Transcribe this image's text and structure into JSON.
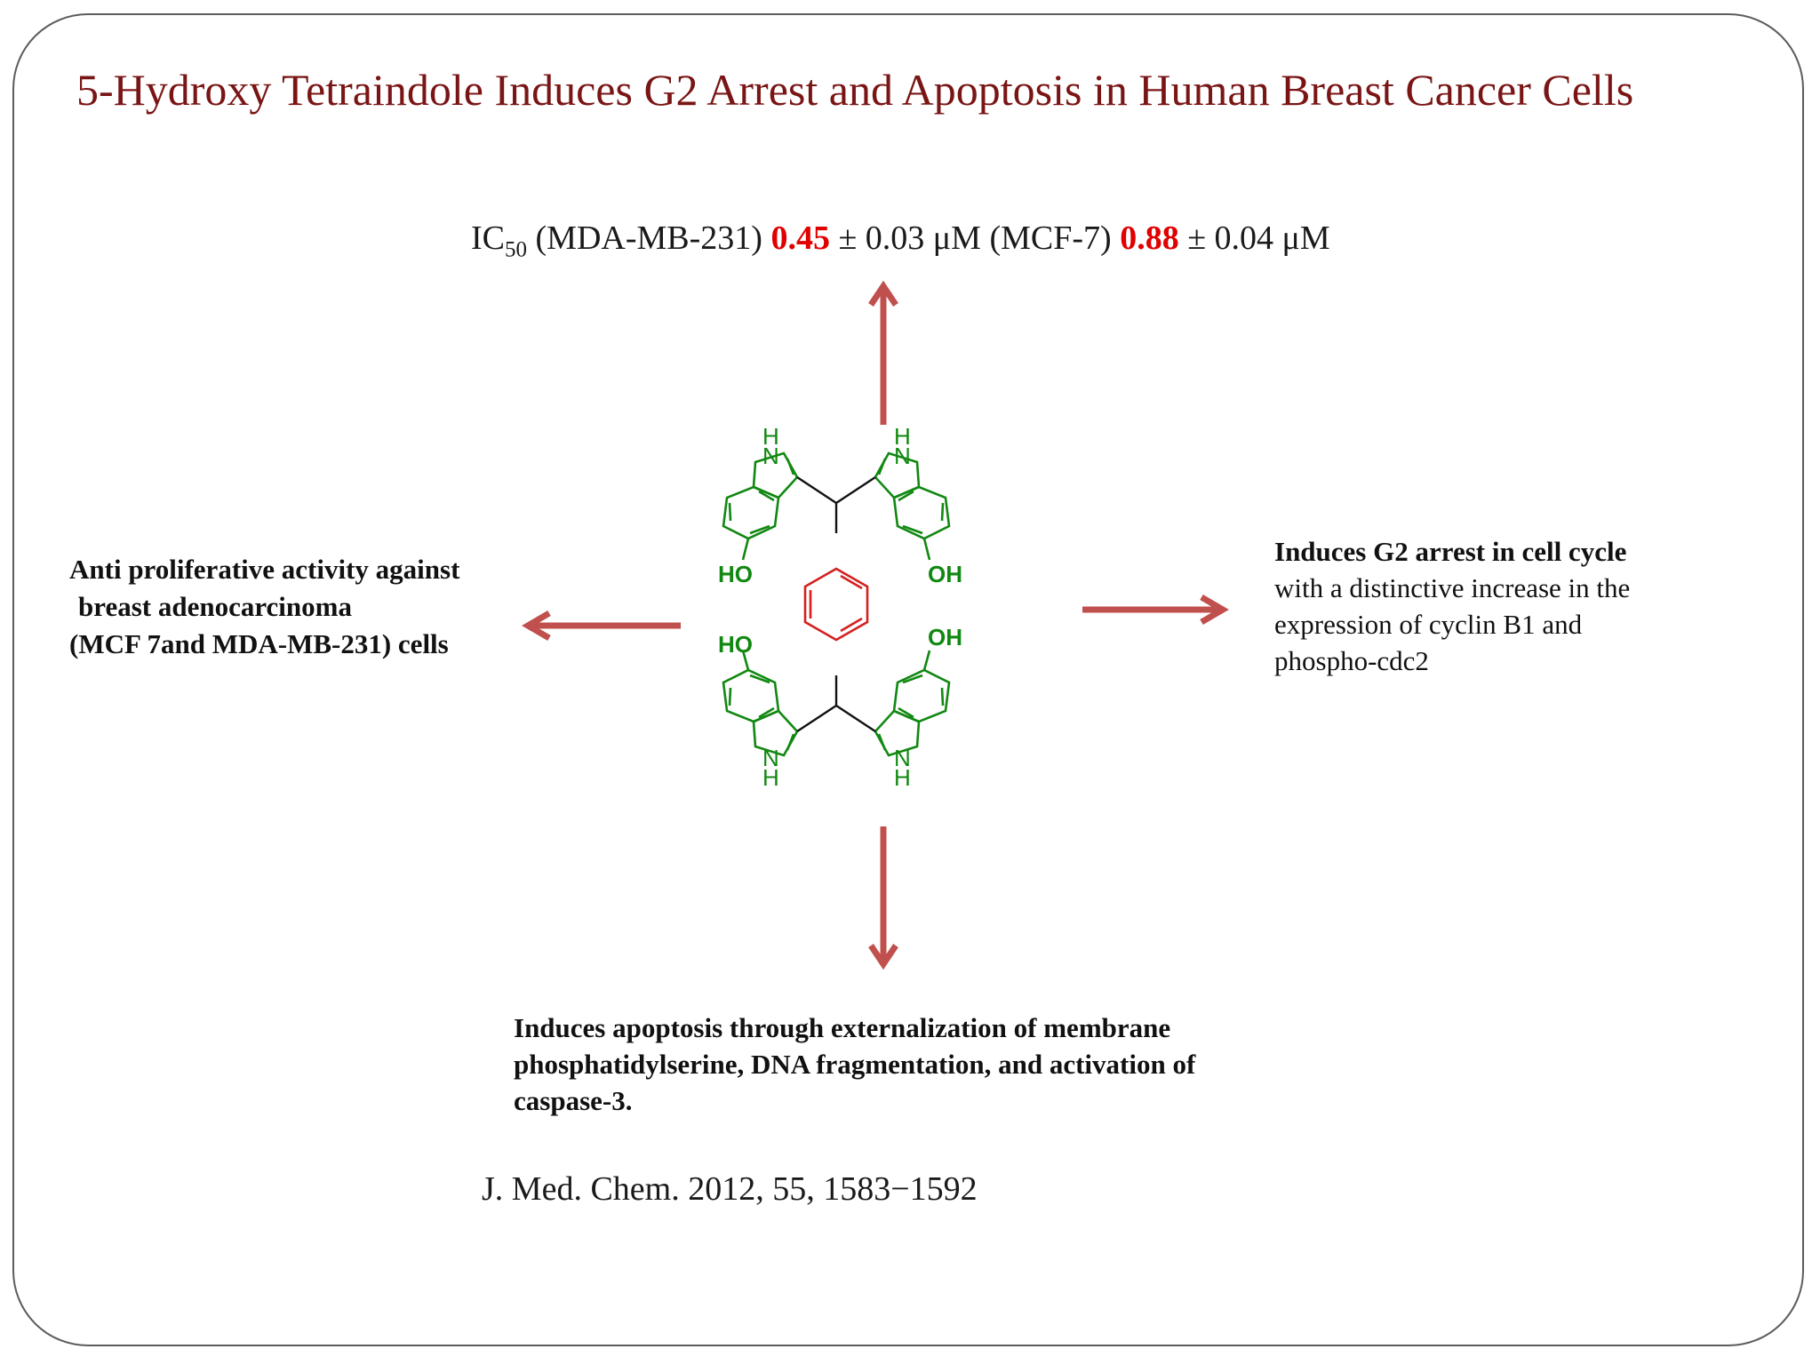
{
  "title": "5-Hydroxy Tetraindole Induces G2 Arrest and Apoptosis in Human Breast Cancer Cells",
  "ic50": {
    "label": "IC",
    "subscript": "50",
    "line1_cell": " (MDA-MB-231) ",
    "value1": "0.45",
    "error1": " ± 0.03 μM ",
    "line2_cell": "(MCF-7) ",
    "value2": "0.88",
    "error2": " ± 0.04 μM"
  },
  "left_effect": {
    "line1": "Anti proliferative activity against",
    "line2": "breast adenocarcinoma",
    "line3": "(MCF 7and MDA-MB-231) cells"
  },
  "right_effect": {
    "heading": "Induces G2 arrest in cell cycle",
    "line2": "with a  distinctive increase in the",
    "line3": "expression of cyclin B1 and",
    "line4": "phospho-cdc2"
  },
  "bottom_effect": {
    "line1": "Induces apoptosis through externalization of membrane",
    "line2": "phosphatidylserine, DNA fragmentation, and activation of",
    "line3": "caspase-3."
  },
  "reference": "J. Med. Chem. 2012, 55, 1583−1592",
  "molecule_labels": {
    "h": "H",
    "n": "N",
    "ho": "HO",
    "oh": "OH"
  },
  "colors": {
    "title": "#7a1515",
    "highlight_value": "#e00000",
    "arrow": "#c0504d",
    "indole": "#118811",
    "benzene": "#d42020",
    "bond": "#111111"
  }
}
